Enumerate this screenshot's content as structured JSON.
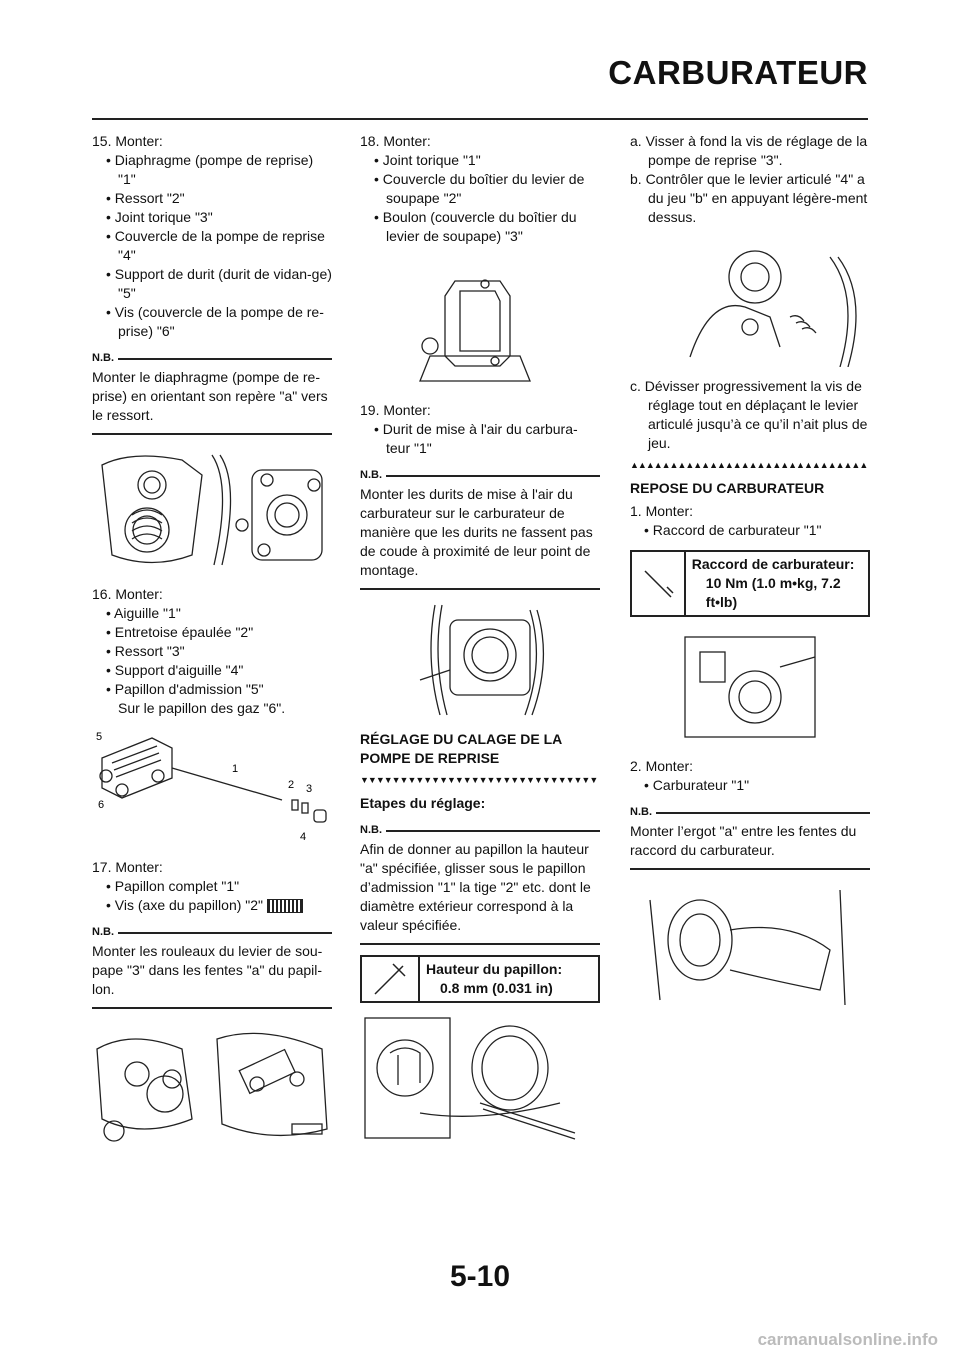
{
  "header": {
    "title": "CARBURATEUR"
  },
  "col1": {
    "s15": {
      "title": "15. Monter:",
      "items": [
        "Diaphragme (pompe de reprise) \"1\"",
        "Ressort \"2\"",
        "Joint torique \"3\"",
        "Couvercle de la pompe de reprise \"4\"",
        "Support de durit (durit de vidan-ge) \"5\"",
        "Vis (couvercle de la pompe de re-prise) \"6\""
      ]
    },
    "nb1": {
      "label": "N.B.",
      "text": "Monter le diaphragme (pompe de re-prise) en orientant son repère \"a\" vers le ressort."
    },
    "s16": {
      "title": "16. Monter:",
      "items": [
        "Aiguille \"1\"",
        "Entretoise épaulée \"2\"",
        "Ressort \"3\"",
        "Support d'aiguille \"4\"",
        "Papillon d'admission \"5\""
      ],
      "extra": "Sur le papillon des gaz \"6\"."
    },
    "s17": {
      "title": "17. Monter:",
      "items": [
        "Papillon complet \"1\"",
        "Vis (axe du papillon) \"2\""
      ]
    },
    "nb2": {
      "label": "N.B.",
      "text": "Monter les rouleaux du levier de sou-pape \"3\" dans les fentes \"a\" du papil-lon."
    }
  },
  "col2": {
    "s18": {
      "title": "18. Monter:",
      "items": [
        "Joint torique \"1\"",
        "Couvercle du boîtier du levier de soupape \"2\"",
        "Boulon (couvercle du boîtier du levier de soupape) \"3\""
      ]
    },
    "s19": {
      "title": "19. Monter:",
      "items": [
        "Durit de mise à l'air du carbura-teur \"1\""
      ]
    },
    "nb3": {
      "label": "N.B.",
      "text": "Monter les durits de mise à l'air du carburateur sur le carburateur de manière que les durits ne fassent pas de coude à proximité de leur point de montage."
    },
    "section": "RÉGLAGE DU CALAGE DE LA POMPE DE REPRISE",
    "subhead": "Etapes du réglage:",
    "nb4": {
      "label": "N.B.",
      "text": "Afin de donner au papillon la hauteur \"a\" spécifiée, glisser sous le papillon d’admission \"1\" la tige \"2\" etc. dont le diamètre extérieur correspond à la valeur spécifiée."
    },
    "spec": {
      "label": "Hauteur du papillon:",
      "value": "0.8 mm (0.031 in)"
    }
  },
  "col3": {
    "a": "a.  Visser à fond la vis de réglage de la pompe de reprise \"3\".",
    "b": "b.  Contrôler que le levier articulé \"4\" a du jeu \"b\" en appuyant légère-ment dessus.",
    "c": "c.  Dévisser progressivement la vis de réglage tout en déplaçant le levier articulé jusqu’à ce qu’il n’ait plus de jeu.",
    "section": "REPOSE DU CARBURATEUR",
    "s1": {
      "title": "1.  Monter:",
      "items": [
        "Raccord de carburateur \"1\""
      ]
    },
    "spec": {
      "label": "Raccord de carburateur:",
      "value": "10 Nm (1.0 m•kg, 7.2 ft•lb)"
    },
    "s2": {
      "title": "2.  Monter:",
      "items": [
        "Carburateur \"1\""
      ]
    },
    "nb5": {
      "label": "N.B.",
      "text": "Monter l’ergot \"a\" entre les fentes du raccord du carburateur."
    }
  },
  "footer": {
    "page": "5-10"
  },
  "watermark": "carmanualsonline.info"
}
